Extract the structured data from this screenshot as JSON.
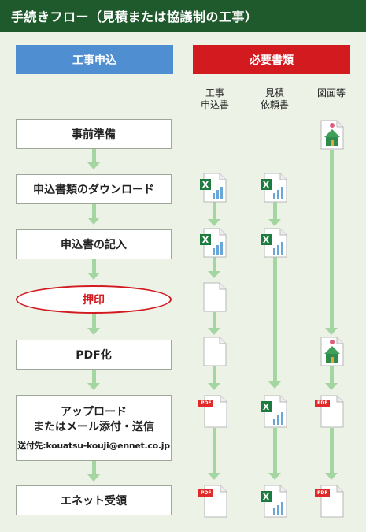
{
  "title": "手続きフロー（見積または協議制の工事）",
  "headers": {
    "construction_application": "工事申込",
    "required_documents": "必要書類"
  },
  "doc_columns": [
    "工事\n申込書",
    "見積\n依頼書",
    "図面等"
  ],
  "steps": [
    {
      "label": "事前準備"
    },
    {
      "label": "申込書類のダウンロード"
    },
    {
      "label": "申込書の記入"
    },
    {
      "label": "押印"
    },
    {
      "label": "PDF化"
    },
    {
      "label": "アップロード\nまたはメール添付・送信",
      "sub": "送付先:kouatsu-kouji@ennet.co.jp"
    },
    {
      "label": "エネット受領"
    }
  ],
  "icons": {
    "excel": "excel-file-icon",
    "blank": "blank-file-icon",
    "pdf": "pdf-file-icon",
    "drawing": "house-drawing-icon"
  },
  "pdf_tag": "PDF",
  "excel_letter": "X",
  "colors": {
    "title_bg": "#1e5a2c",
    "left_header": "#4f8ed0",
    "right_header": "#d21a1f",
    "flow_line": "#a4d6a1",
    "background": "#ecf2e6"
  }
}
